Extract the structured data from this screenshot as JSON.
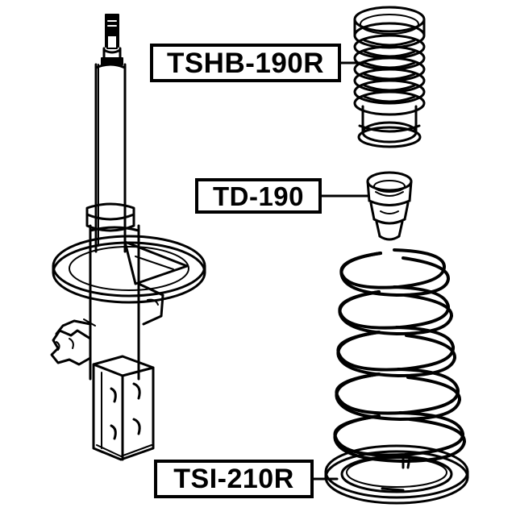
{
  "diagram": {
    "title": "Suspension Strut Component Exploded Parts Diagram",
    "background_color": "#ffffff",
    "line_color": "#000000",
    "callouts": [
      {
        "id": "tshb",
        "part_number": "TSHB-190R",
        "part_name": "shock-absorber-dust-boot",
        "description": "Ribbed bellows dust cover / shock absorber boot"
      },
      {
        "id": "td",
        "part_number": "TD-190",
        "part_name": "bump-stop",
        "description": "Tapered rubber bump stop / jounce bumper"
      },
      {
        "id": "tsi",
        "part_number": "TSI-210R",
        "part_name": "coil-spring-insulator",
        "description": "Coil spring seat insulator ring"
      }
    ],
    "parts": [
      {
        "name": "strut-assembly",
        "label": "Front shock absorber strut assembly with spring seat and knuckle bracket"
      },
      {
        "name": "coil-spring",
        "label": "Suspension coil spring",
        "coil_count": 5
      },
      {
        "name": "dust-boot",
        "label": "Ribbed dust boot",
        "rib_count": 9
      },
      {
        "name": "bump-stop",
        "label": "Stepped conical bump stop",
        "tier_count": 3
      },
      {
        "name": "spring-insulator",
        "label": "Flat ring spring insulator"
      }
    ]
  }
}
